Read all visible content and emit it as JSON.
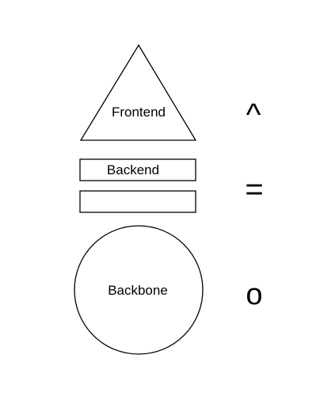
{
  "labels": {
    "frontend": "Frontend",
    "backend": "Backend",
    "backbone": "Backbone"
  },
  "symbols": {
    "caret": "^",
    "equals": "=",
    "circle": "o"
  }
}
